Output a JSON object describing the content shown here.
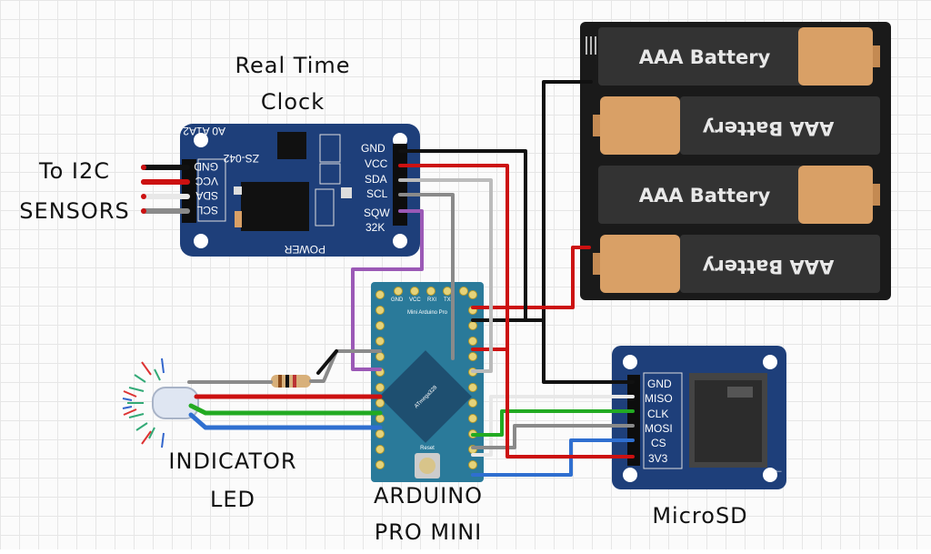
{
  "captions": {
    "rtc_title_line1": "Real Time",
    "rtc_title_line2": "Clock",
    "i2c_line1": "To I2C",
    "i2c_line2": "SENSORS",
    "led_line1": "INDICATOR",
    "led_line2": "LED",
    "arduino_line1": "ARDUINO",
    "arduino_line2": "PRO MINI",
    "sd_title": "MicroSD"
  },
  "rtc": {
    "top_label": "A0 A1A2",
    "model": "ZS-042",
    "bottom_label": "POWER",
    "left_pins": [
      "GND",
      "VCC",
      "SDA",
      "SCL"
    ],
    "right_pins": [
      "GND",
      "VCC",
      "SDA",
      "SCL",
      "SQW",
      "32K"
    ]
  },
  "battery": {
    "cells": [
      "AAA Battery",
      "AAA Battery",
      "AAA Battery",
      "AAA Battery"
    ]
  },
  "arduino": {
    "board_text": "Mini Arduino Pro",
    "chip_text": "ATmega328",
    "reset_label": "Reset",
    "top_pins": [
      "GND",
      "VCC",
      "RXI",
      "TXO"
    ]
  },
  "microsd": {
    "pins": [
      "GND",
      "MISO",
      "CLK",
      "MOSI",
      "CS",
      "3V3"
    ]
  },
  "colors": {
    "board_blue": "#1e3f7a",
    "arduino_teal": "#2a7a9a",
    "wire_black": "#111111",
    "wire_red": "#cc1111",
    "wire_gray": "#8a8a8a",
    "wire_green": "#22aa22",
    "wire_blue": "#2f6fd0",
    "wire_purple": "#9b59b6",
    "wire_white": "#e8e8e8",
    "battery_copper": "#d9a066",
    "battery_dark": "#2a2a2a"
  }
}
